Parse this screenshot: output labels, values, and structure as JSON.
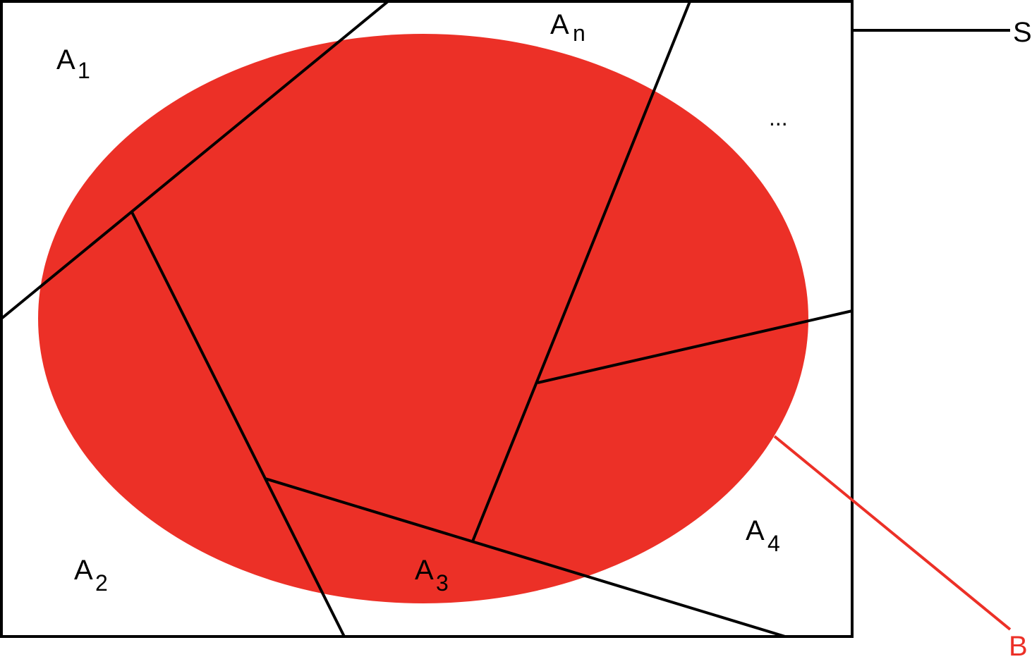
{
  "diagram": {
    "colors": {
      "set_b_fill": "#ec3027",
      "line": "#000000",
      "b_label": "#ec3027"
    },
    "labels": {
      "s": "S",
      "b": "B",
      "a1_base": "A",
      "a1_sub": "1",
      "a2_base": "A",
      "a2_sub": "2",
      "a3_base": "A",
      "a3_sub": "3",
      "a4_base": "A",
      "a4_sub": "4",
      "an_base": "A",
      "an_sub": "n",
      "ellipsis": "..."
    }
  }
}
